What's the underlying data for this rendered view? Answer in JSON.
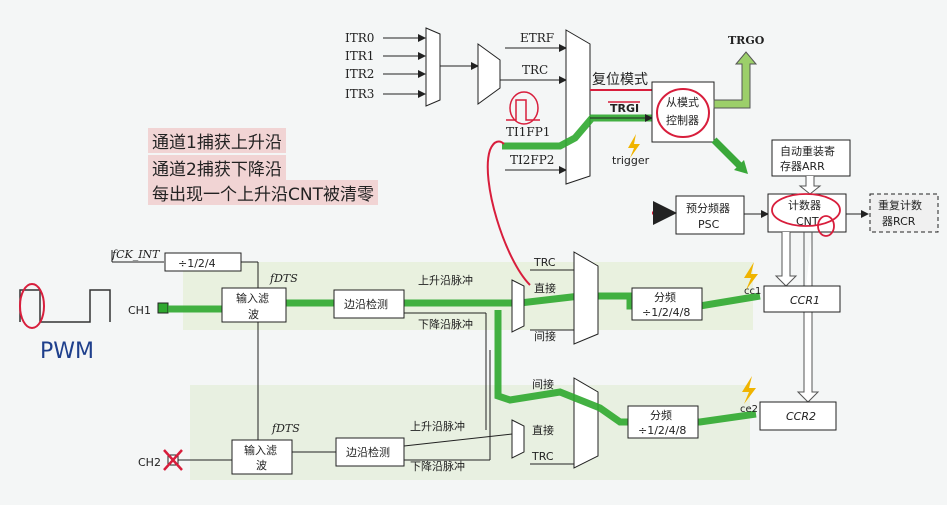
{
  "notes": [
    "通道1捕获上升沿",
    "通道2捕获下降沿",
    "每出现一个上升沿CNT被清零"
  ],
  "inputs": {
    "itr": [
      "ITR0",
      "ITR1",
      "ITR2",
      "ITR3"
    ],
    "etrf": "ETRF",
    "trc": "TRC",
    "ti1fp1": "TI1FP1",
    "ti2fp2": "TI2FP2"
  },
  "slave": {
    "mode_label": "复位模式",
    "trgi": "TRGI",
    "controller_l1": "从模式",
    "controller_l2": "控制器",
    "trigger": "trigger",
    "trgo": "TRGO"
  },
  "counter": {
    "arr_l1": "自动重装寄",
    "arr_l2": "存器ARR",
    "psc_l1": "预分频器",
    "psc_l2": "PSC",
    "cnt_l1": "计数器",
    "cnt_l2": "CNT",
    "rcr_l1": "重复计数",
    "rcr_l2": "器RCR"
  },
  "clock": {
    "fck": "fCK_INT",
    "div": "÷1/2/4",
    "fdts": "fDTS"
  },
  "ch1": {
    "pin": "CH1",
    "filter_l1": "输入滤",
    "filter_l2": "波",
    "edge": "边沿检测",
    "rise": "上升沿脉冲",
    "fall": "下降沿脉冲",
    "trc": "TRC",
    "direct": "直接",
    "indirect": "间接",
    "div_l1": "分频",
    "div_l2": "÷1/2/4/8",
    "cc": "cc1",
    "ccr": "CCR1"
  },
  "ch2": {
    "pin": "CH2",
    "filter_l1": "输入滤",
    "filter_l2": "波",
    "edge": "边沿检测",
    "rise": "上升沿脉冲",
    "fall": "下降沿脉冲",
    "trc": "TRC",
    "direct": "直接",
    "indirect": "间接",
    "div_l1": "分频",
    "div_l2": "÷1/2/4/8",
    "cc": "ce2",
    "ccr": "CCR2"
  },
  "pwm_label": "PWM",
  "colors": {
    "signal_path": "#2fa82f",
    "annotation_red": "#d81e3c",
    "note_bg": "#f1d4d4",
    "pwm_blue": "#1e3f8c"
  }
}
